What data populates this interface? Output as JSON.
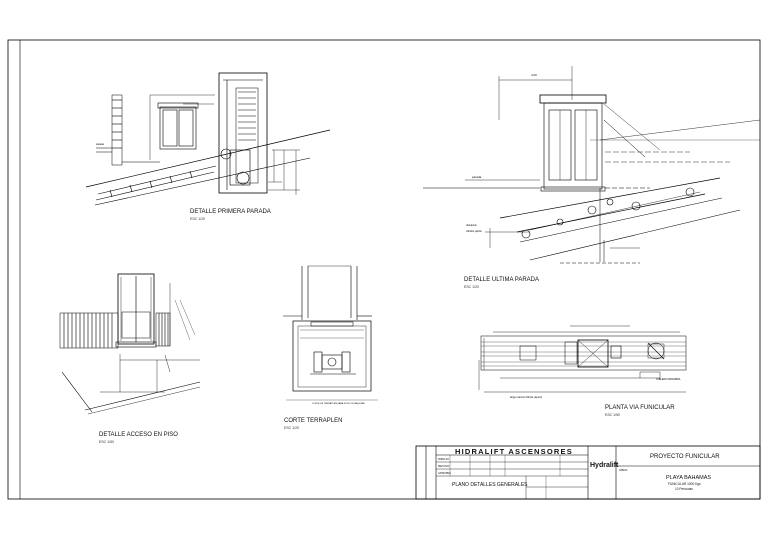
{
  "views": {
    "primera_parada": {
      "title": "DETALLE PRIMERA PARADA",
      "scale": "ESC 1/20"
    },
    "ultima_parada": {
      "title": "DETALLE ULTIMA PARADA",
      "scale": "ESC 1/20"
    },
    "acceso_piso": {
      "title": "DETALLE ACCESO EN PISO",
      "scale": "ESC 1/50"
    },
    "terraplen": {
      "title": "CORTE  TERRAPLEN",
      "scale": "ESC 1/20"
    },
    "planta_via": {
      "title": "PLANTA VIA FUNICULAR",
      "scale": "ESC 1/50"
    }
  },
  "annotations": {
    "parada": "parada",
    "cota": "4,00",
    "guia_label": "largo maximo 60mts (aprox)"
  },
  "title_block": {
    "brand": "HIDRALIFT ASCENSORES",
    "logo_text": "Hydralift",
    "drawing_name": "PLANO DETALLES GENERALES",
    "project_header": "PROYECTO FUNICULAR",
    "obra_label": "OBRA",
    "project_name": "PLAYA BAHAMAS",
    "project_sub1": "FUNICULAR 1000 Kgs",
    "project_sub2": "10 Personas",
    "row_labels": [
      "DIBUJO",
      "REVISO",
      "APROBO"
    ]
  }
}
